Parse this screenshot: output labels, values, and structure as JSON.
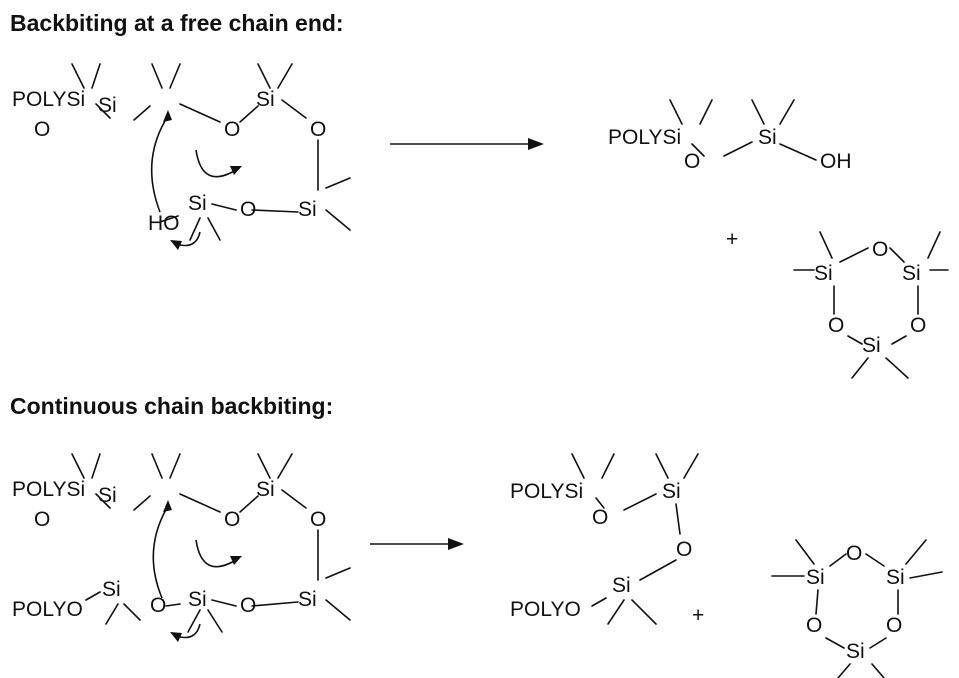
{
  "headings": {
    "section1": "Backbiting at a free chain end:",
    "section2": "Continuous chain backbiting:"
  },
  "atoms": {
    "polysi": "POLYSi",
    "polyo": "POLYO",
    "si": "Si",
    "o": "O",
    "ho": "HO",
    "oh": "OH",
    "plus": "+"
  }
}
